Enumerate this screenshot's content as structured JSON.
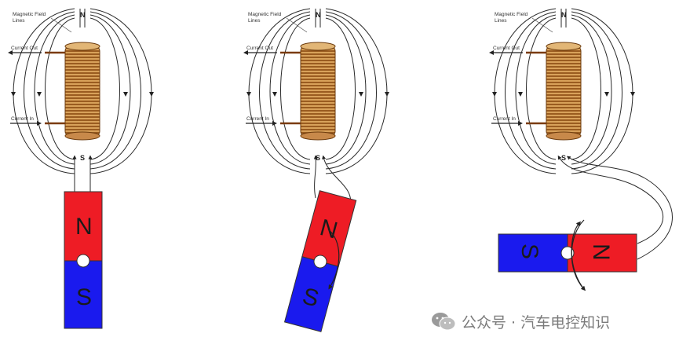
{
  "labels": {
    "magnetic_field": "Magnetic Field",
    "magnetic_lines": "Lines",
    "current_out": "Current Out",
    "current_in": "Current In",
    "north_small": "N",
    "south_small": "S"
  },
  "magnets": [
    {
      "north": "N",
      "south": "S"
    },
    {
      "north": "N",
      "south": "S"
    },
    {
      "north": "N",
      "south": "S"
    }
  ],
  "colors": {
    "north": "#ee1c25",
    "south": "#1a1aee",
    "coil": "#b5651d",
    "outline": "#333333"
  },
  "watermark": {
    "text": "公众号 · 汽车电控知识",
    "icon": "wechat-icon"
  }
}
